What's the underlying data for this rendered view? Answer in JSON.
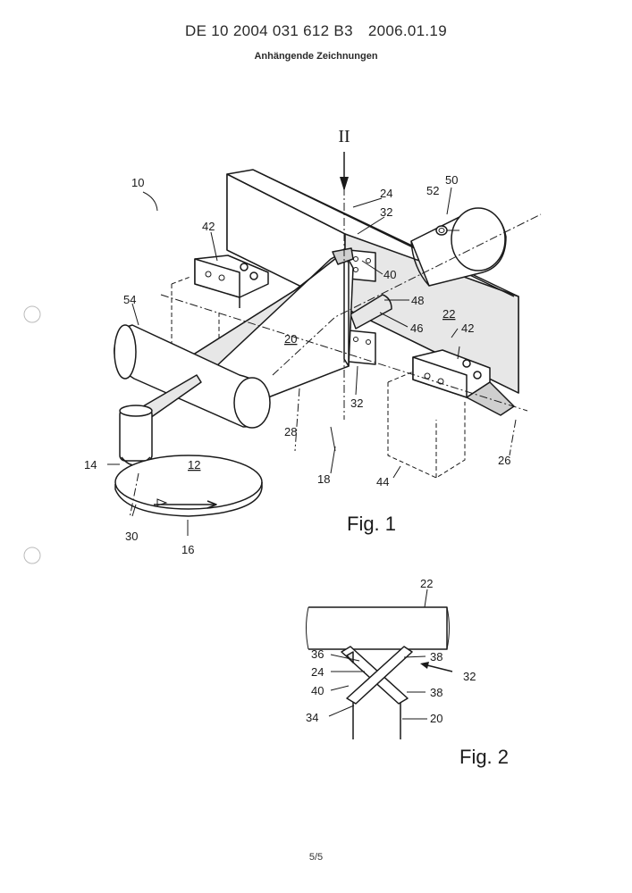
{
  "header": {
    "doc_number": "DE 10 2004 031 612 B3",
    "date": "2006.01.19",
    "subtitle": "Anhängende Zeichnungen"
  },
  "fig1": {
    "caption": "Fig. 1",
    "section_marker": "II",
    "labels": {
      "l10": "10",
      "l12": "12",
      "l14": "14",
      "l16": "16",
      "l18": "18",
      "l20": "20",
      "l22": "22",
      "l24": "24",
      "l26": "26",
      "l28": "28",
      "l30": "30",
      "l32a": "32",
      "l32b": "32",
      "l40": "40",
      "l42a": "42",
      "l42b": "42",
      "l44": "44",
      "l46": "46",
      "l48": "48",
      "l50": "50",
      "l52": "52",
      "l54": "54"
    }
  },
  "fig2": {
    "caption": "Fig. 2",
    "labels": {
      "l22": "22",
      "l36": "36",
      "l24": "24",
      "l40": "40",
      "l34": "34",
      "l38a": "38",
      "l38b": "38",
      "l32": "32",
      "l20": "20"
    }
  },
  "footer": {
    "page": "5/5"
  }
}
